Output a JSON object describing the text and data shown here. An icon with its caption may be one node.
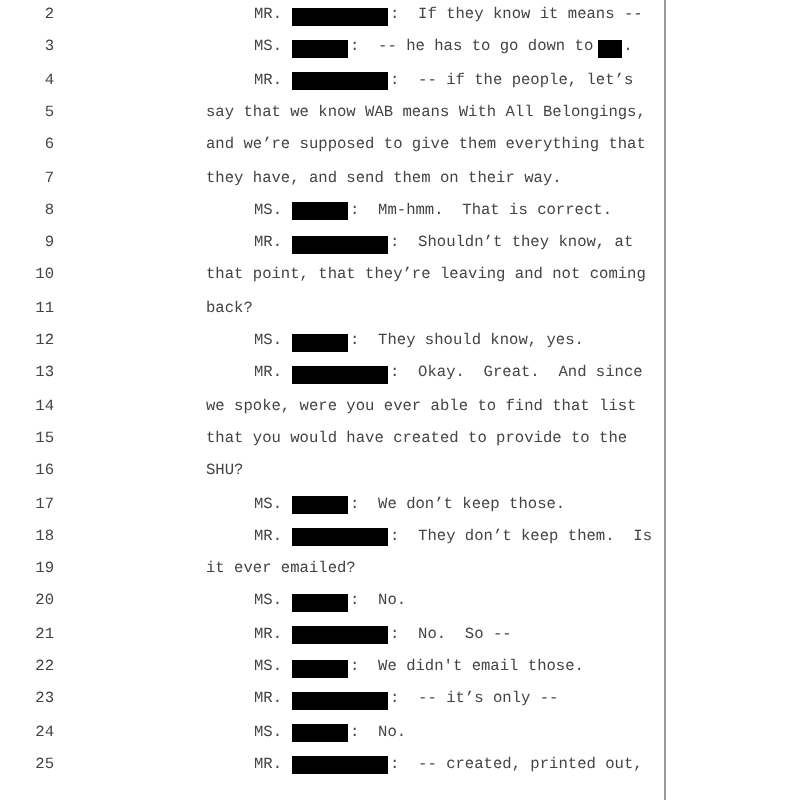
{
  "diagram": {
    "labels": [
      "2",
      "MR.",
      ":  If they know it means --",
      "3",
      "MS.",
      ":  -- he has to go down to",
      ".",
      "4",
      "MR.",
      ":  -- if the people, let’s",
      "5",
      "say that we know WAB means With All Belongings,",
      "6",
      "and we’re supposed to give them everything that",
      "7",
      "they have, and send them on their way.",
      "8",
      "MS.",
      ":  Mm-hmm.  That is correct.",
      "9",
      "MR.",
      ":  Shouldn’t they know, at",
      "10",
      "that point, that they’re leaving and not coming",
      "11",
      "back?",
      "12",
      "MS.",
      ":  They should know, yes.",
      "13",
      "MR.",
      ":  Okay.  Great.  And since",
      "14",
      "we spoke, were you ever able to find that list",
      "15",
      "that you would have created to provide to the",
      "16",
      "SHU?",
      "17",
      "MS.",
      ":  We don’t keep those.",
      "18",
      "MR.",
      ":  They don’t keep them.  Is",
      "19",
      "it ever emailed?",
      "20",
      "MS.",
      ":  No.",
      "21",
      "MR.",
      ":  No.  So --",
      "22",
      "MS.",
      ":  We didn't email those.",
      "23",
      "MR.",
      ":  -- it’s only --",
      "24",
      "MS.",
      ":  No.",
      "25",
      "MR.",
      ":  -- created, printed out,"
    ]
  }
}
